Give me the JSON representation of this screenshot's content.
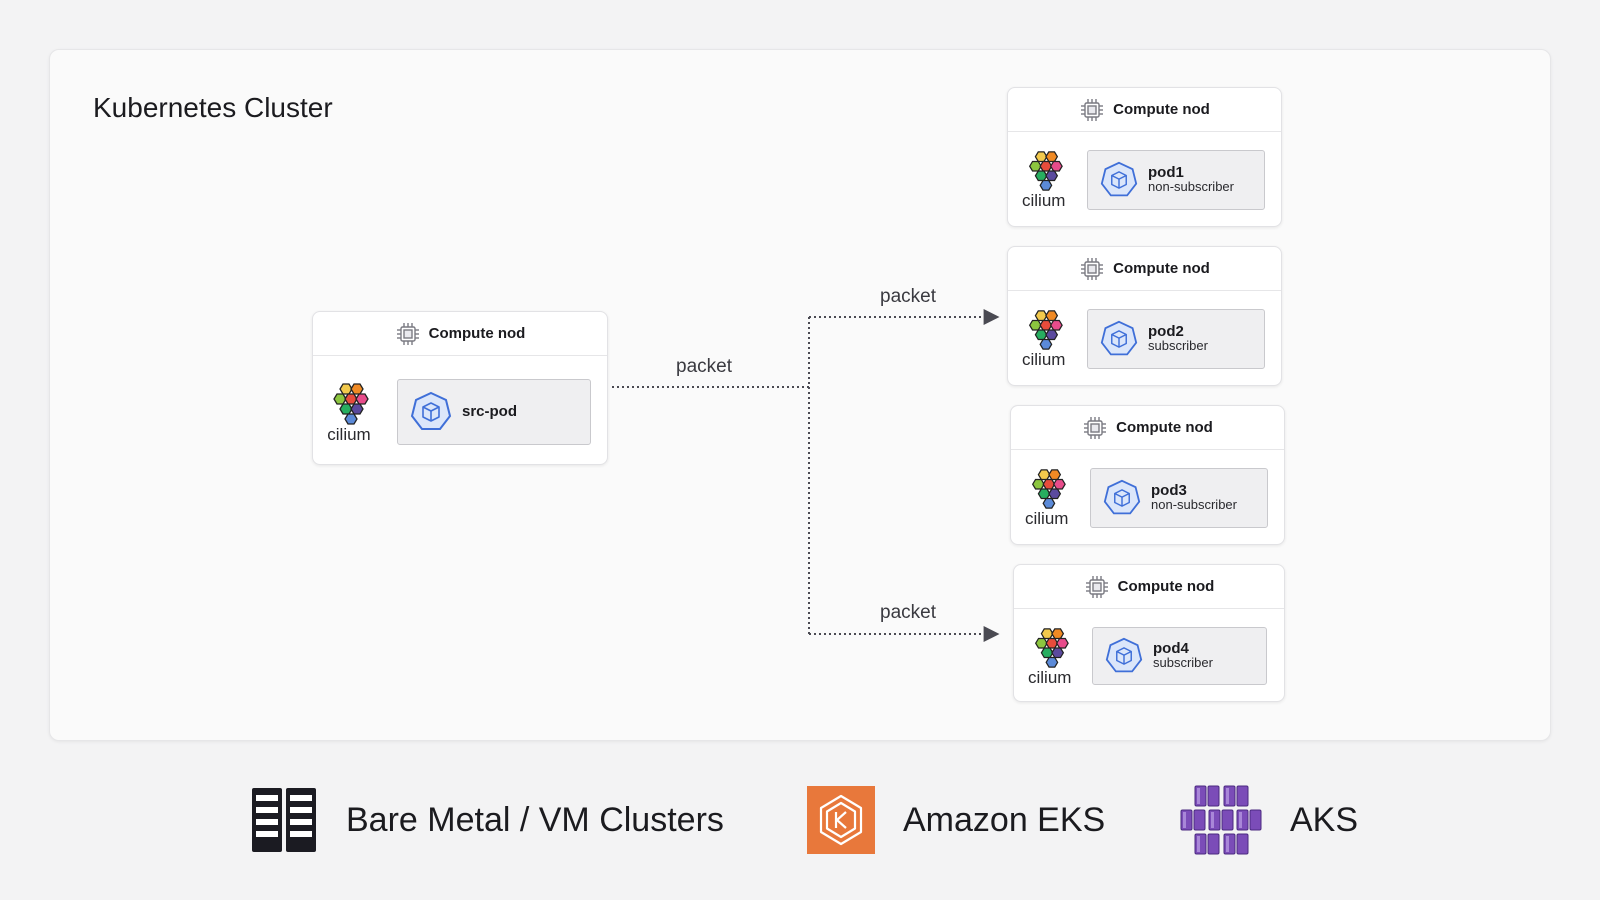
{
  "cluster": {
    "title": "Kubernetes Cluster"
  },
  "source_node": {
    "header": "Compute nod",
    "cilium_label": "cilium",
    "pod_name": "src-pod"
  },
  "target_nodes": [
    {
      "header": "Compute nod",
      "cilium_label": "cilium",
      "pod_name": "pod1",
      "pod_role": "non-subscriber"
    },
    {
      "header": "Compute nod",
      "cilium_label": "cilium",
      "pod_name": "pod2",
      "pod_role": "subscriber"
    },
    {
      "header": "Compute nod",
      "cilium_label": "cilium",
      "pod_name": "pod3",
      "pod_role": "non-subscriber"
    },
    {
      "header": "Compute nod",
      "cilium_label": "cilium",
      "pod_name": "pod4",
      "pod_role": "subscriber"
    }
  ],
  "edges": {
    "src_label": "packet",
    "to_pod2_label": "packet",
    "to_pod4_label": "packet"
  },
  "platforms": [
    {
      "label": "Bare Metal / VM Clusters",
      "icon": "server-rack-icon"
    },
    {
      "label": "Amazon EKS",
      "icon": "amazon-eks-icon"
    },
    {
      "label": "AKS",
      "icon": "aks-icon"
    }
  ],
  "colors": {
    "pod_icon_fill": "#dbe6fa",
    "pod_icon_stroke": "#3f6fd8",
    "eks_orange": "#e8783b",
    "aks_purple": "#7b4cb8",
    "rack_dark": "#1b1b22"
  }
}
